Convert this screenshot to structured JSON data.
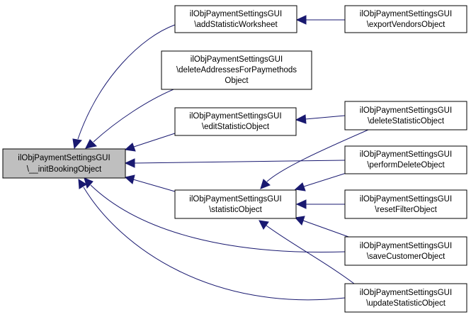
{
  "graph": {
    "root": {
      "lines": [
        "ilObjPaymentSettingsGUI",
        "\\__initBookingObject"
      ]
    },
    "nodes": {
      "add_statistic_worksheet": {
        "lines": [
          "ilObjPaymentSettingsGUI",
          "\\addStatisticWorksheet"
        ]
      },
      "delete_addresses": {
        "lines": [
          "ilObjPaymentSettingsGUI",
          "\\deleteAddressesForPaymethods",
          "Object"
        ]
      },
      "edit_statistic_object": {
        "lines": [
          "ilObjPaymentSettingsGUI",
          "\\editStatisticObject"
        ]
      },
      "statistic_object": {
        "lines": [
          "ilObjPaymentSettingsGUI",
          "\\statisticObject"
        ]
      },
      "export_vendors_object": {
        "lines": [
          "ilObjPaymentSettingsGUI",
          "\\exportVendorsObject"
        ]
      },
      "delete_statistic_object": {
        "lines": [
          "ilObjPaymentSettingsGUI",
          "\\deleteStatisticObject"
        ]
      },
      "perform_delete_object": {
        "lines": [
          "ilObjPaymentSettingsGUI",
          "\\performDeleteObject"
        ]
      },
      "reset_filter_object": {
        "lines": [
          "ilObjPaymentSettingsGUI",
          "\\resetFilterObject"
        ]
      },
      "save_customer_object": {
        "lines": [
          "ilObjPaymentSettingsGUI",
          "\\saveCustomerObject"
        ]
      },
      "update_statistic_object": {
        "lines": [
          "ilObjPaymentSettingsGUI",
          "\\updateStatisticObject"
        ]
      }
    }
  },
  "colors": {
    "edge": "#191970",
    "root_fill": "#bfbfbf",
    "node_fill": "#ffffff",
    "border": "#000000"
  }
}
